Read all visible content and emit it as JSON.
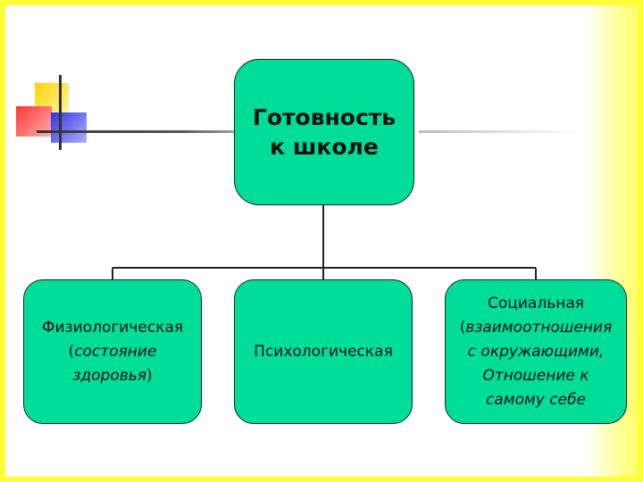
{
  "colors": {
    "border": "#ffff33",
    "box_fill": "#00dd99",
    "connector": "#222222"
  },
  "root": {
    "line1": "Готовность",
    "line2": "к школе"
  },
  "children": [
    {
      "title": "Физиологическая",
      "detail_open": "(",
      "detail_line1": "состояние",
      "detail_line2": "здоровья",
      "detail_close": ")"
    },
    {
      "title": "Психологическая"
    },
    {
      "title": "Социальная",
      "detail_open": "(",
      "detail_line1": "взаимоотношения",
      "detail_line2": "с окружающими,",
      "detail_line3": "Отношение к",
      "detail_line4": "самому себе"
    }
  ]
}
